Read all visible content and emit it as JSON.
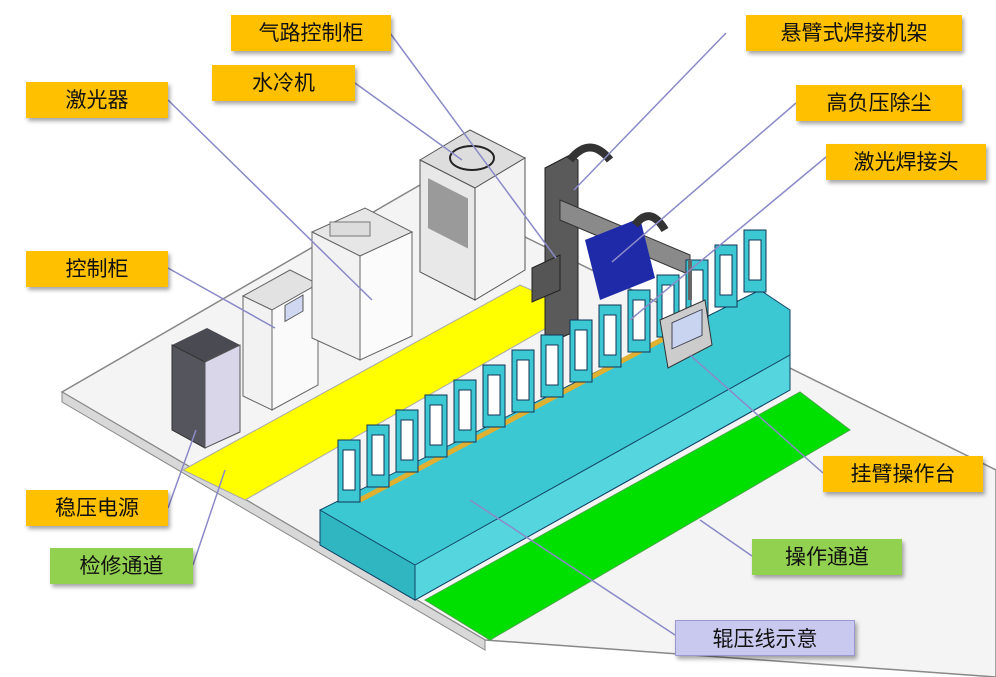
{
  "labels": {
    "pneumatic_cabinet": "气路控制柜",
    "cantilever_frame": "悬臂式焊接机架",
    "water_chiller": "水冷机",
    "laser": "激光器",
    "dust_collector": "高负压除尘",
    "laser_head": "激光焊接头",
    "control_cabinet": "控制柜",
    "arm_console": "挂臂操作台",
    "voltage_regulator": "稳压电源",
    "maintenance_aisle": "检修通道",
    "operation_aisle": "操作通道",
    "roller_line": "辊压线示意"
  },
  "colors": {
    "callout_orange": "#ffc000",
    "callout_green": "#92d050",
    "callout_blue": "#c9c9ef",
    "aisle_yellow": "#ffff00",
    "aisle_green": "#00e000",
    "roller_cyan": "#3cc8d2",
    "leader_line": "#8a8ac8"
  }
}
